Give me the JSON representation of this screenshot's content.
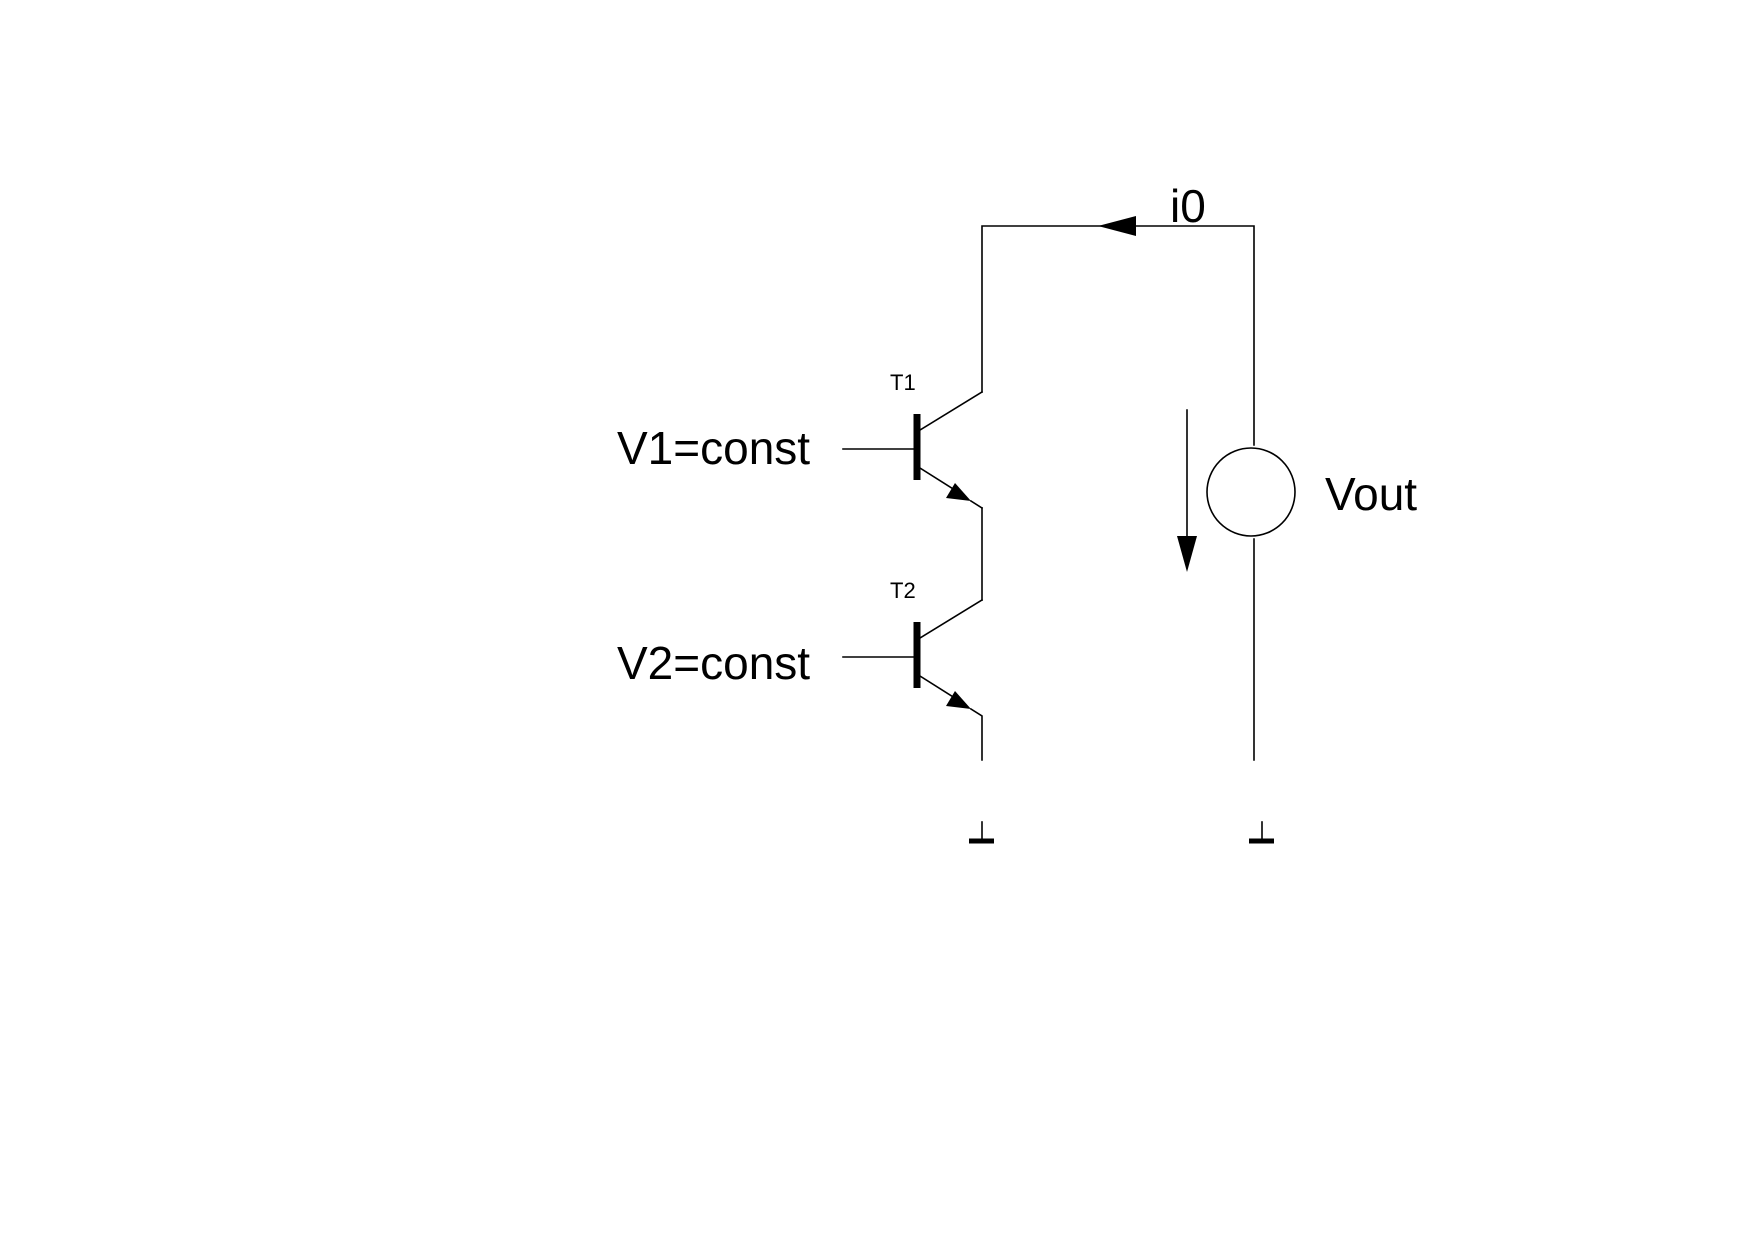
{
  "diagram": {
    "labels": {
      "current": "i0",
      "transistor_1": "T1",
      "transistor_2": "T2",
      "input_1": "V1=const",
      "input_2": "V2=const",
      "voltage_source": "Vout"
    },
    "colors": {
      "line": "#000000",
      "background": "#ffffff"
    },
    "components": {
      "transistors": [
        "T1",
        "T2"
      ],
      "sources": [
        "Vout"
      ],
      "grounds": 2
    }
  }
}
